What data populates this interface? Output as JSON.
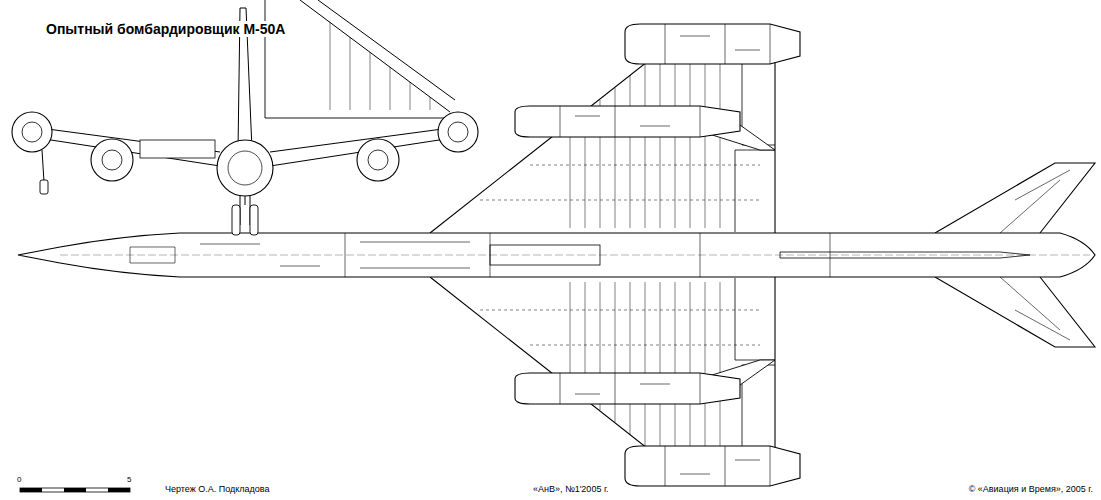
{
  "diagram": {
    "title": "Опытный бомбардировщик М-50А",
    "labels": [
      "0",
      "5",
      "Чертеж О.А. Подкладова",
      "«АнВ», №1'2005 г.",
      "© «Авиация и Время», 2005 г."
    ]
  }
}
